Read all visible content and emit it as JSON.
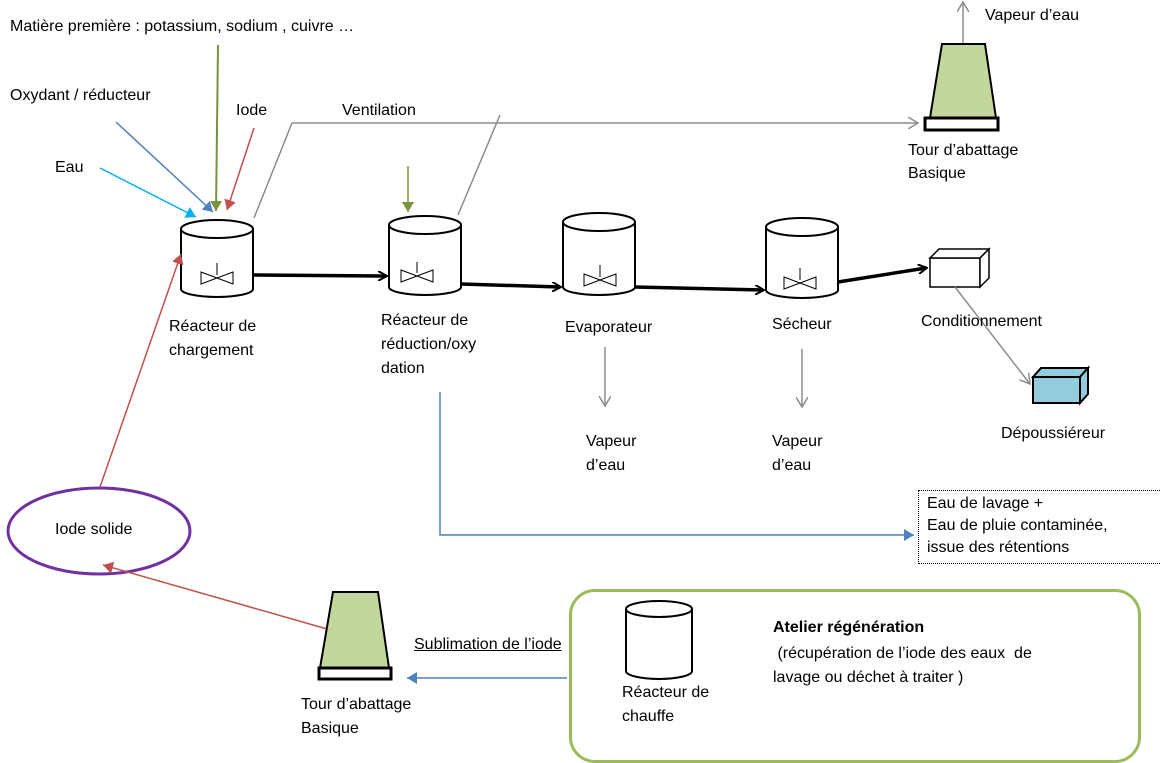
{
  "inputs": {
    "raw_material": "Matière première : potassium, sodium , cuivre …",
    "oxidant": "Oxydant / réducteur",
    "iodine": "Iode",
    "water": "Eau",
    "ventilation": "Ventilation"
  },
  "reactors": {
    "loading": [
      "Réacteur de",
      "chargement"
    ],
    "redox": [
      "Réacteur de",
      "réduction/oxy",
      "dation"
    ],
    "evaporator": "Evaporateur",
    "dryer": "Sécheur",
    "packaging": "Conditionnement",
    "dust_collector": "Dépoussiéreur"
  },
  "outputs": {
    "vapour_top": "Vapeur d’eau",
    "vapour_evap": [
      "Vapeur",
      "d’eau"
    ],
    "vapour_dryer": [
      "Vapeur",
      "d’eau"
    ]
  },
  "scrubbers": {
    "top": [
      "Tour d’abattage",
      "Basique"
    ],
    "bottom": [
      "Tour d’abattage",
      "Basique"
    ]
  },
  "wash_water": [
    "Eau de lavage +",
    "Eau de pluie contaminée,",
    "issue des rétentions"
  ],
  "solid_iodine": "Iode solide",
  "sublimation": "Sublimation de l’iode",
  "regeneration": {
    "title": "Atelier régénération",
    "desc": [
      " (récupération de l’iode des eaux  de",
      "lavage ou déchet à traiter )"
    ],
    "heating_reactor": [
      "Réacteur de",
      "chauffe"
    ]
  },
  "colors": {
    "green_arrow": "#77933c",
    "blue_arrow": "#4f81bd",
    "red_arrow": "#c0504d",
    "cyan_arrow": "#00b0f0",
    "grey_line": "#8c8c8c",
    "tower_fill": "#c3d69b",
    "dust_fill": "#93cddd",
    "ellipse": "#7030a0",
    "regen_border": "#9bbb59"
  }
}
